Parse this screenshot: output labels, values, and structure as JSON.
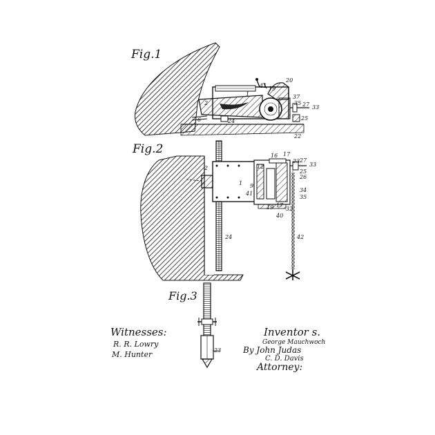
{
  "figures": [
    {
      "label": "Fig.1"
    },
    {
      "label": "Fig.2"
    },
    {
      "label": "Fig.3"
    }
  ],
  "fig1_numbers": [
    "41",
    "19",
    "20",
    "1",
    "37",
    "35",
    "27",
    "33",
    "2",
    "6",
    "24",
    "25",
    "22"
  ],
  "fig2_numbers": [
    "16",
    "17",
    "23",
    "27",
    "33",
    "12",
    "26",
    "2",
    "1",
    "25",
    "9",
    "41",
    "34",
    "35",
    "19",
    "17",
    "32",
    "40",
    "24",
    "42"
  ],
  "fig3_numbers": [
    "23"
  ],
  "witnesses": {
    "heading": "Witnesses:",
    "signature_1": "R. R. Lowry",
    "signature_2": "M. Hunter"
  },
  "inventor": {
    "heading": "Inventor s.",
    "name_1": "George Mauchwoch",
    "by_line": "By John Judas",
    "attorney_name": "C. D. Davis",
    "attorney_label": "Attorney:"
  },
  "colors": {
    "ink": "#111111",
    "paper": "#ffffff"
  }
}
